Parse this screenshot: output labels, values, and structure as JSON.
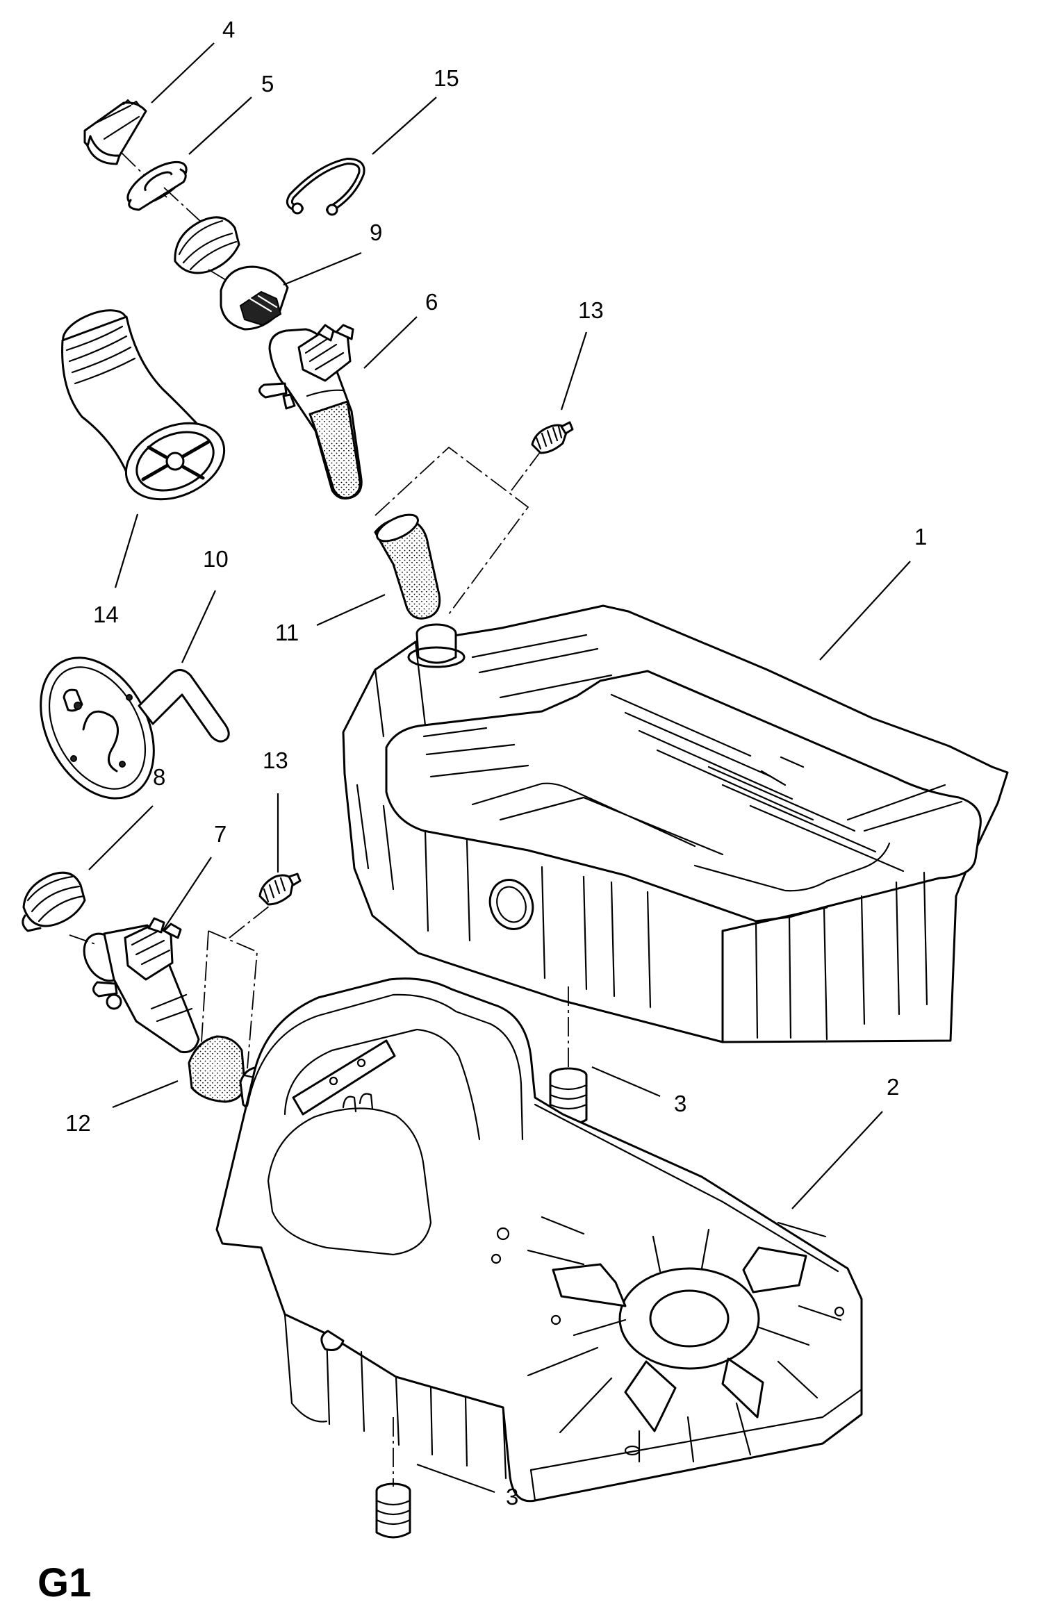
{
  "figure": {
    "id": "G1",
    "colors": {
      "ink": "#000000",
      "paper": "#ffffff"
    }
  },
  "callouts": [
    {
      "key": "c4",
      "label": "4",
      "part": "filler-cap"
    },
    {
      "key": "c5",
      "label": "5",
      "part": "washer"
    },
    {
      "key": "c15",
      "label": "15",
      "part": "snap-ring"
    },
    {
      "key": "c9",
      "label": "9",
      "part": "sleeve"
    },
    {
      "key": "c6",
      "label": "6",
      "part": "upper-filler-neck"
    },
    {
      "key": "c13a",
      "label": "13",
      "part": "hose-clamp-upper"
    },
    {
      "key": "c14",
      "label": "14",
      "part": "filler-funnel"
    },
    {
      "key": "c10",
      "label": "10",
      "part": "vent-line-plate"
    },
    {
      "key": "c11",
      "label": "11",
      "part": "filler-hose-upper"
    },
    {
      "key": "c1",
      "label": "1",
      "part": "fuel-tank-upper"
    },
    {
      "key": "c13b",
      "label": "13",
      "part": "hose-clamp-lower"
    },
    {
      "key": "c8",
      "label": "8",
      "part": "cap-lower"
    },
    {
      "key": "c7",
      "label": "7",
      "part": "lower-filler-neck"
    },
    {
      "key": "c12",
      "label": "12",
      "part": "filler-hose-lower"
    },
    {
      "key": "c3a",
      "label": "3",
      "part": "drain-plug-upper"
    },
    {
      "key": "c2",
      "label": "2",
      "part": "fuel-tank-lower"
    },
    {
      "key": "c3b",
      "label": "3",
      "part": "drain-plug-lower"
    }
  ]
}
